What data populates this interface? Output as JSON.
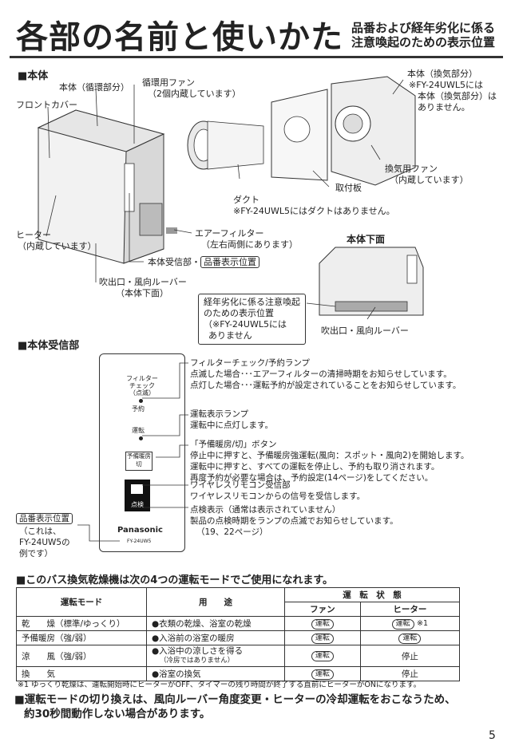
{
  "header": {
    "title": "各部の名前と使いかた",
    "subtitle_line1": "品番および経年劣化に係る",
    "subtitle_line2": "注意喚起のための表示位置"
  },
  "body_section": {
    "heading": "■本体",
    "labels": {
      "main_unit_circ": "本体（循環部分）",
      "circ_fan": "循環用ファン",
      "circ_fan_note": "（2個内蔵しています）",
      "front_cover": "フロントカバー",
      "vent_unit": "本体（換気部分）",
      "vent_note1": "※FY-24UWL5には",
      "vent_note2": "本体（換気部分）は",
      "vent_note3": "ありません。",
      "exhaust_fan": "換気用ファン",
      "exhaust_fan_note": "（内蔵しています）",
      "mounting_plate": "取付板",
      "duct": "ダクト",
      "duct_note": "※FY-24UWL5にはダクトはありません。",
      "heater": "ヒーター",
      "heater_note": "（内蔵しています）",
      "air_filter": "エアーフィルター",
      "air_filter_note": "（左右両側にあります）",
      "receiver": "本体受信部・",
      "model_position": "品番表示位置",
      "outlet": "吹出口・風向ルーバー",
      "outlet_note": "（本体下面）",
      "bottom_view": "本体下面",
      "aging1": "経年劣化に係る注意喚起",
      "aging2": "のための表示位置",
      "aging3": "（※FY-24UWL5には",
      "aging4": "ありません",
      "bottom_outlet": "吹出口・風向ルーバー"
    }
  },
  "receiver_section": {
    "heading": "■本体受信部",
    "panel": {
      "filter_label1": "フィルター",
      "filter_label2": "チェック",
      "filter_label3": "（点滅）",
      "reserve": "予約",
      "operation": "運転",
      "preheat_btn1": "予備暖房",
      "preheat_btn2": "切",
      "check": "点検",
      "brand": "Panasonic",
      "model": "FY-24UW5"
    },
    "notes": {
      "filter_title": "フィルターチェック/予約ランプ",
      "filter_l1": "点滅した場合･･･エアーフィルターの清掃時期をお知らせしています。",
      "filter_l2": "点灯した場合･･･運転予約が設定されていることをお知らせしています。",
      "run_title": "運転表示ランプ",
      "run_l1": "運転中に点灯します。",
      "preheat_title": "「予備暖房/切」ボタン",
      "preheat_l1": "停止中に押すと、予備暖房強運転(風向：スポット・風向2)を開始します。",
      "preheat_l2": "運転中に押すと、すべての運転を停止し、予約も取り消されます。",
      "preheat_l3": "再度予約が必要な場合は、予約設定(14ページ)をしてください。",
      "remote_title": "ワイヤレスリモコン受信部",
      "remote_l1": "ワイヤレスリモコンからの信号を受信します。",
      "inspect_title": "点検表示（通常は表示されていません）",
      "inspect_l1": "製品の点検時期をランプの点滅でお知らせしています。",
      "inspect_l2": "（19、22ページ）",
      "model_pos": "品番表示位置",
      "model_pos_l1": "（これは、",
      "model_pos_l2": "FY-24UW5の",
      "model_pos_l3": "例です）"
    }
  },
  "modes_section": {
    "heading": "■このバス換気乾燥機は次の4つの運転モードでご使用になれます。",
    "table": {
      "h_mode": "運転モード",
      "h_use": "用　　途",
      "h_status": "運　転　状　態",
      "h_fan": "ファン",
      "h_heater": "ヒーター",
      "rows": [
        {
          "mode": "乾　　燥（標準/ゆっくり）",
          "use": "●衣類の乾燥、浴室の乾燥",
          "use_sub": "",
          "fan": "運転",
          "heater": "運転",
          "heater_note": "※1"
        },
        {
          "mode": "予備暖房（強/弱）",
          "use": "●入浴前の浴室の暖房",
          "use_sub": "",
          "fan": "運転",
          "heater": "運転",
          "heater_note": ""
        },
        {
          "mode": "涼　　風（強/弱）",
          "use": "●入浴中の涼しさを得る",
          "use_sub": "（冷房ではありません）",
          "fan": "運転",
          "heater": "停止",
          "heater_note": ""
        },
        {
          "mode": "換　　気",
          "use": "●浴室の換気",
          "use_sub": "",
          "fan": "運転",
          "heater": "停止",
          "heater_note": ""
        }
      ]
    },
    "footnote": "※1 ゆっくり乾燥は、運転開始時にヒーターがOFF、タイマーの残り時間が終了する直前にヒーターがONになります。",
    "switch_note1": "■運転モードの切り換えは、風向ルーバー角度変更・ヒーターの冷却運転をおこなうため、",
    "switch_note2": "約30秒間動作しない場合があります。"
  },
  "page_number": "5"
}
